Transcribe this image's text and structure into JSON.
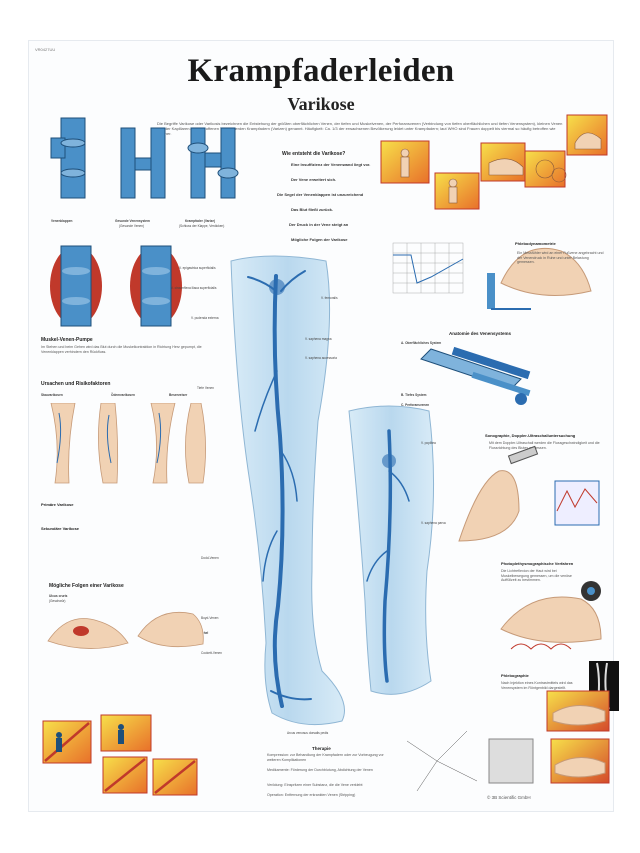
{
  "poster": {
    "ref": "VR0427UU",
    "title": "Krampfaderleiden",
    "subtitle": "Varikose",
    "intro": "Die Begriffe Varikose oder Varikosis bezeichnen die Entstehung der größten oberflächlichen Venen, der tiefen und Muskelvenen, der Perforansvenen (Verbindung von tiefen oberflächlichen und tiefen Venensystem), kleinen Venen und der Kapillaren. Die betroffenen Venen werden Krampfadern (Varizen) genannt. Häufigkeit: Ca. 1/3 der erwachsenen Bevölkerung leidet unter Krampfadern; laut WHO sind Frauen doppelt bis viermal so häufig betroffen wie Männer."
  },
  "valves": {
    "caption_1": "Venenklappen",
    "caption_2": "Gesunde Venensystem",
    "caption_2_sub": "(Gesunde Venen)",
    "caption_3": "Krampfader (Varize)",
    "caption_3_sub": "(Schluss der Klappe, Verdicken)"
  },
  "flow": {
    "title": "Wie entsteht die Varikose?",
    "rows": [
      "Eine Insuffizienz der Venenwand liegt vor.",
      "Der Vene erweitert sich.",
      "Die Segel der Venenklappen ist unzureichend",
      "Das Blut fließt zurück.",
      "Der Druck in der Vene steigt an",
      "Mögliche Folgen der Varikose"
    ]
  },
  "muscle_pump": {
    "title": "Muskel-Venen-Pumpe",
    "text": "Im Stehen und beim Gehen wird das Blut durch die Muskelkontraktion in Richtung Herz gepumpt, die Venenklappen verhindern den Rückfluss."
  },
  "causes": {
    "title": "Ursachen und Risikofaktoren",
    "items": [
      "Stauvarikosen",
      "Ödemvarikosen",
      "Besenreiser"
    ],
    "primary_title": "Primäre Varikose",
    "secondary_title": "Sekundäre Varikose",
    "folgen_title": "Mögliche Folgen einer Varikose",
    "ulcus": "Ulcus cruris",
    "ulcus_sub": "(Geschwür)",
    "oedem": "Ödeme im Bereich der Knöchel"
  },
  "leg_labels": [
    "V. epigastrica superficialis",
    "V. circumflexa iliaca superficialis",
    "V. pudenda externa",
    "V. saphena magna",
    "V. femoralis",
    "V. saphena accessoria",
    "Tiefe Venen",
    "V. poplitea",
    "V. saphena parva",
    "Dodd-Venen",
    "Boyd-Venen",
    "Cockett-Venen",
    "Arcus venosus dorsalis pedis"
  ],
  "plethysmo": {
    "title": "Phlebodynamometrie",
    "text": "Ein Messfühler wird an einer Fußvene angebracht und der Venendruck in Ruhe und unter Belastung gemessen."
  },
  "anatomy": {
    "title": "Anatomie des Venensystems",
    "a": "A. Oberflächliches System",
    "b": "B. Tiefes System",
    "c": "C. Perforansvenen"
  },
  "sono": {
    "title": "Sonographie, Doppler-Ultraschalluntersuchung",
    "text": "Mit dem Doppler-Ultraschall werden die Flussgeschwindigkeit und die Flussrichtung des Blutes gemessen."
  },
  "photo": {
    "title": "Photoplethysmographische Verfahren",
    "text": "Die Lichtreflexion der Haut wird bei Muskelbewegung gemessen, um die venöse Auffüllzeit zu bestimmen."
  },
  "phlebo": {
    "title": "Phlebographie",
    "text": "Nach Injektion eines Kontrastmittels wird das Venensystem im Röntgenbild dargestellt."
  },
  "therapy": {
    "title": "Therapie",
    "lines": [
      "Kompression: zur Behandlung der Krampfadern oder zur Vorbeugung vor weiteren Komplikationen",
      "Medikamente: Förderung der Durchblutung, Abdichtung der Venen",
      "Verödung: Einspritzen einer Substanz, die die Vene verklebt",
      "Operation: Entfernung der erkrankten Venen (Stripping)"
    ]
  },
  "footer": {
    "publisher": "© 3B Scientific GmbH"
  },
  "colors": {
    "vein_blue": "#2b6cb0",
    "leg_light": "#b9d8ee",
    "muscle_red": "#c0392b",
    "accent_yellow": "#f1c40f",
    "accent_orange": "#e67e22",
    "skin": "#f1d2b4"
  }
}
